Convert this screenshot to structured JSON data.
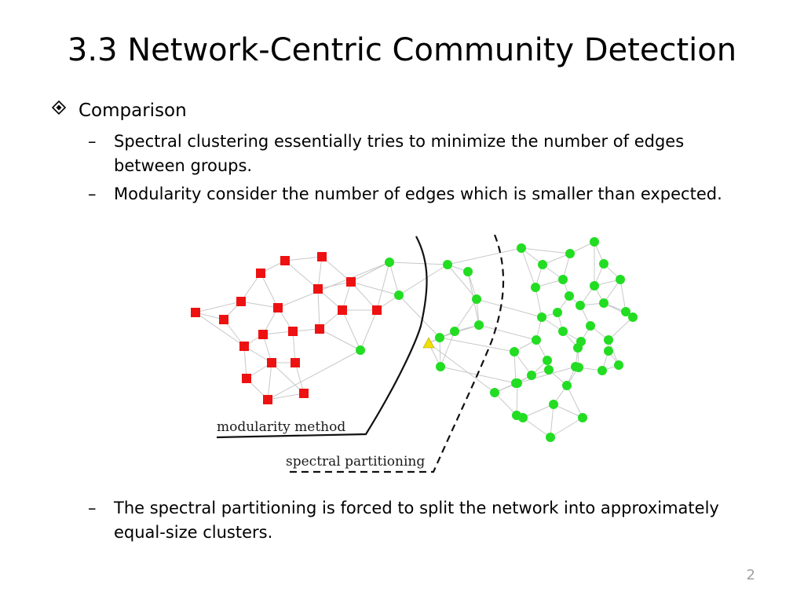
{
  "slide": {
    "title": "3.3 Network-Centric Community Detection",
    "page_number": "2"
  },
  "content": {
    "heading": "Comparison",
    "heading_icon": "diamond-bullet-icon",
    "points": [
      "Spectral clustering essentially tries to minimize the number of edges between groups.",
      "Modularity consider the number of edges which is smaller than expected."
    ],
    "footnote_point": "The spectral partitioning is forced to split the network into approximately equal-size clusters."
  },
  "figure": {
    "modularity_label": "modularity method",
    "spectral_label": "spectral partitioning",
    "colors": {
      "red_group": "#ee1111",
      "green_group": "#22dd22",
      "bridge_node": "#f0e000",
      "edges": "#c8c8c8",
      "boundary": "#111111"
    },
    "red_node_count": 20,
    "green_node_count": 50,
    "bridge_node_count": 1
  }
}
